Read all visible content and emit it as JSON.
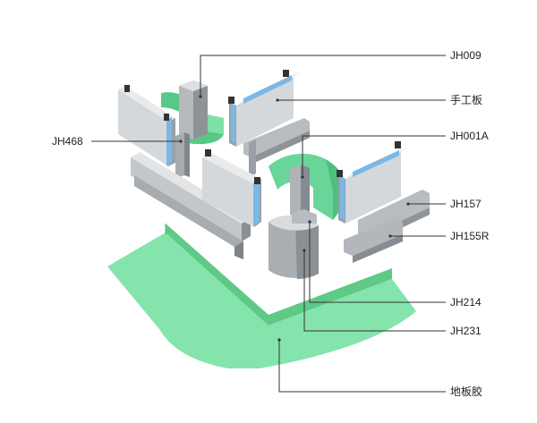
{
  "labels": {
    "jh009": "JH009",
    "shougongban": "手工板",
    "jh001a": "JH001A",
    "jh468": "JH468",
    "jh157": "JH157",
    "jh155r": "JH155R",
    "jh214": "JH214",
    "jh231": "JH231",
    "dibanjiao": "地板胶"
  },
  "colors": {
    "floor_green": "#7fe2a6",
    "panel_grey": "#cfd3d6",
    "profile_grey": "#a9aeb2",
    "glass_blue": "#7ab8e6",
    "leader_line": "#333333"
  }
}
